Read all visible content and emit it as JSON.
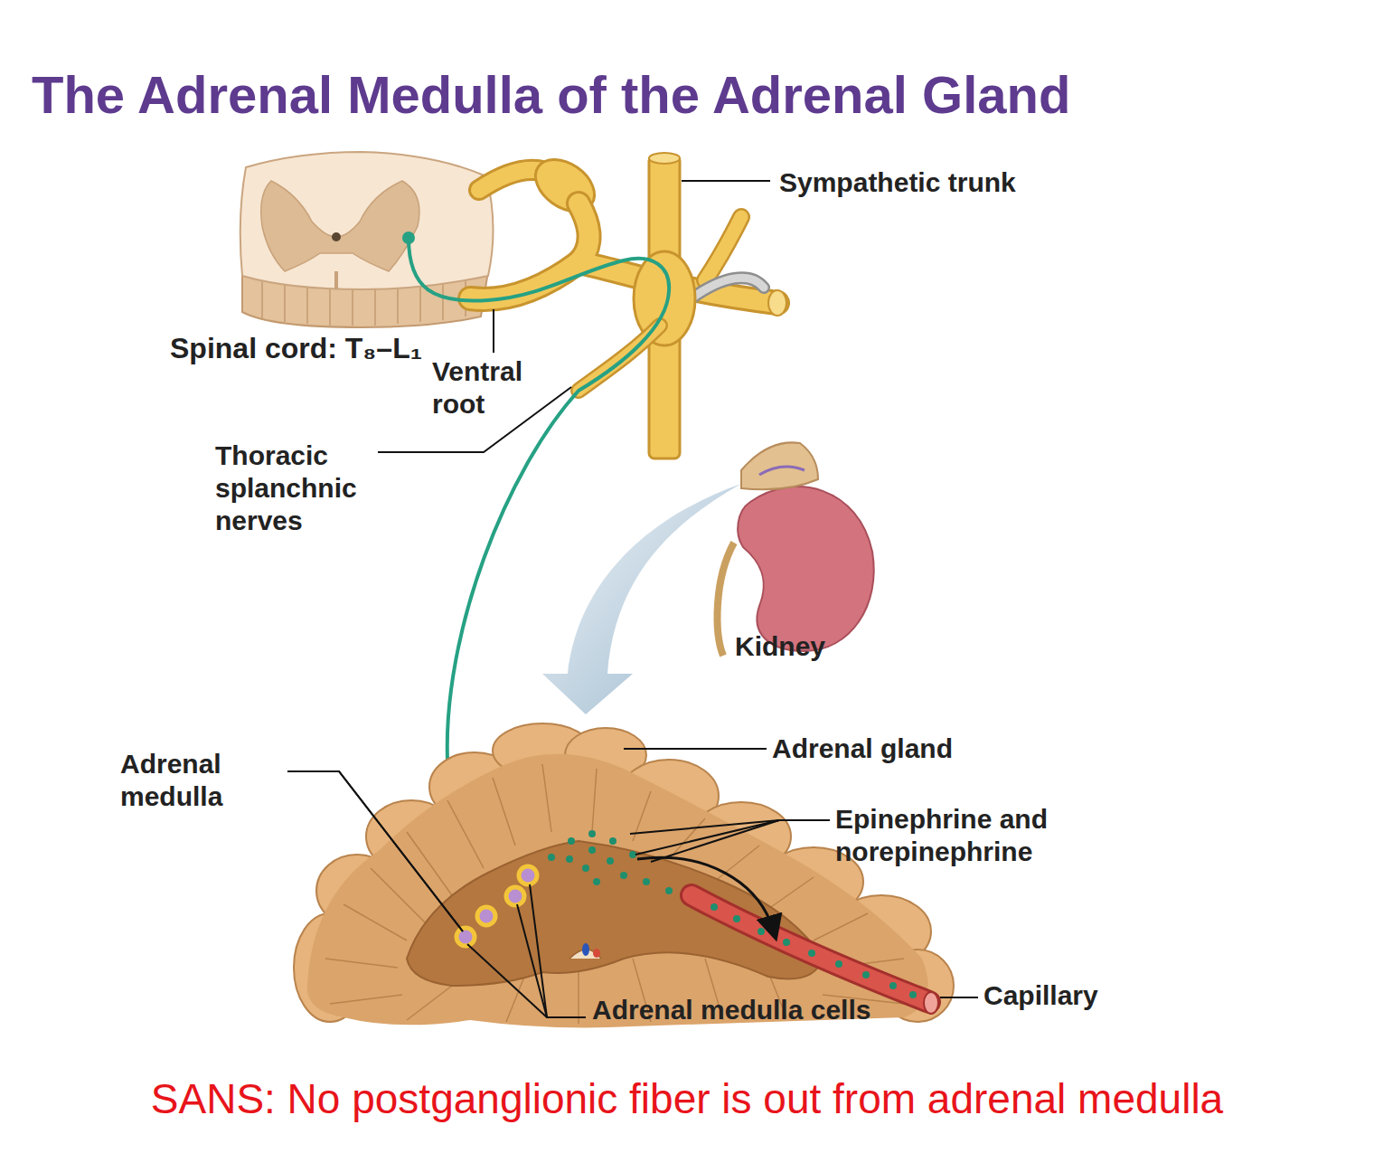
{
  "diagram": {
    "title": "The Adrenal Medulla of the Adrenal Gland",
    "caption": "SANS: No postganglionic fiber is out from adrenal medulla",
    "labels": [
      "Sympathetic trunk",
      "Spinal cord: T₈–L₁",
      "Ventral root",
      "Thoracic splanchnic nerves",
      "Kidney",
      "Adrenal gland",
      "Adrenal medulla",
      "Epinephrine and norepinephrine",
      "Capillary",
      "Adrenal medulla cells"
    ]
  }
}
